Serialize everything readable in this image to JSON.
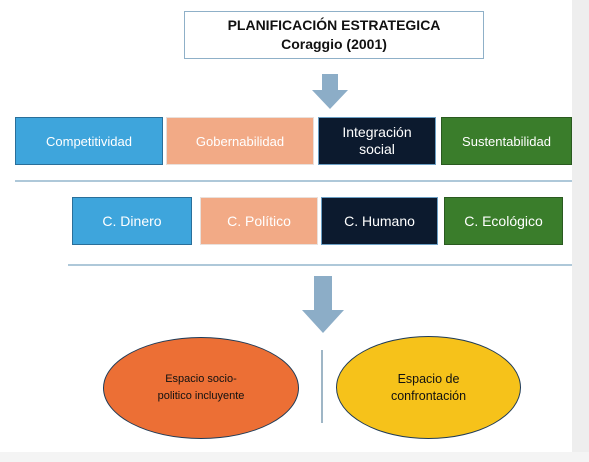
{
  "title": {
    "line1": "PLANIFICACIÓN ESTRATEGICA",
    "line2": "Coraggio (2001)"
  },
  "dimensions": [
    {
      "label": "Competitividad",
      "color": "#3ea5dc"
    },
    {
      "label": "Gobernabilidad",
      "color": "#f2aa86"
    },
    {
      "label": "Integración\nsocial",
      "color": "#0c1a2e"
    },
    {
      "label": "Sustentabilidad",
      "color": "#3a7d2b"
    }
  ],
  "capitals": [
    {
      "label": "C. Dinero",
      "color": "#3ea5dc"
    },
    {
      "label": "C. Político",
      "color": "#f2aa86"
    },
    {
      "label": "C. Humano",
      "color": "#0c1a2e"
    },
    {
      "label": "C. Ecológico",
      "color": "#3a7d2b"
    }
  ],
  "spaces": [
    {
      "label": "Espacio socio-\npolitico incluyente",
      "color": "#ec6f35"
    },
    {
      "label": "Espacio de\nconfrontación",
      "color": "#f6c21a"
    }
  ],
  "icons": {
    "flow_arrow": "arrow-down-icon"
  }
}
